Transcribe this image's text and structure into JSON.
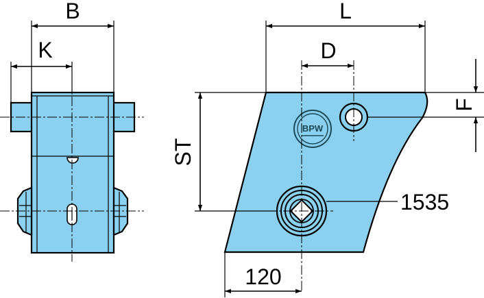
{
  "drawing": {
    "dimensions": {
      "B": "B",
      "K": "K",
      "L": "L",
      "D": "D",
      "F": "F",
      "ST": "ST",
      "offset": "120",
      "hole_callout": "1535"
    },
    "logo_text": "BPW",
    "colors": {
      "part_fill": "#8bd0ee",
      "line": "#000000",
      "background": "#ffffff"
    }
  }
}
